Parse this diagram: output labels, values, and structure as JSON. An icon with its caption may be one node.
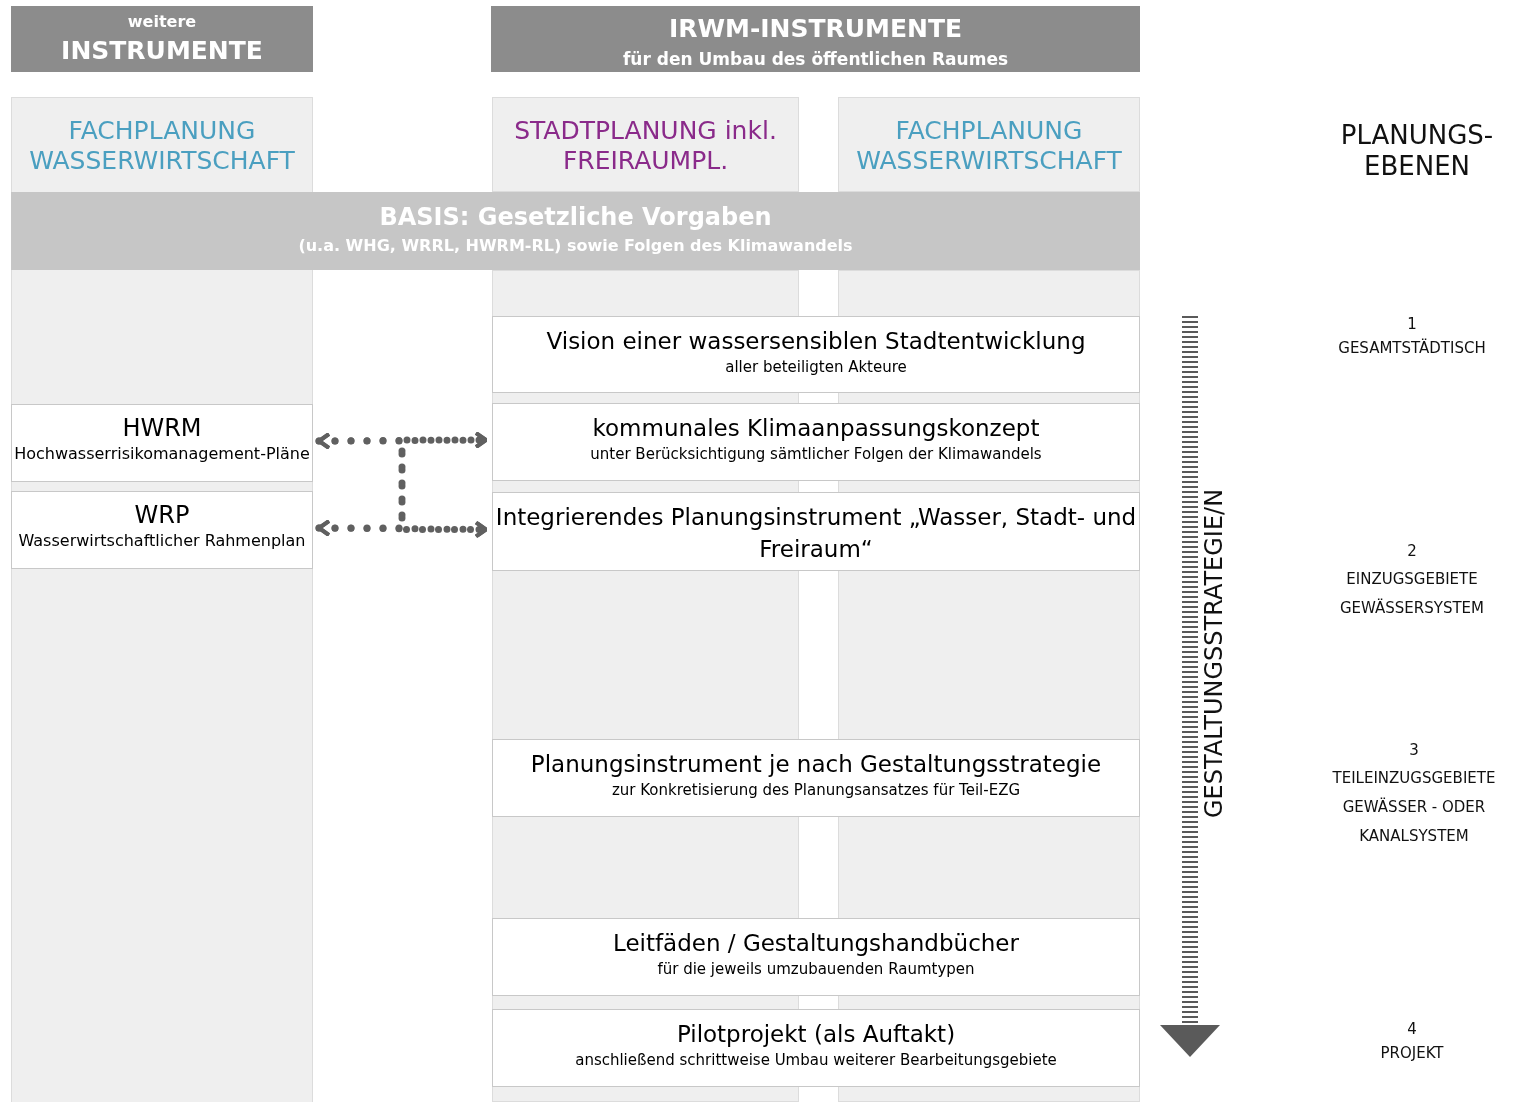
{
  "diagram": {
    "nodes": [
      {
        "text": [
          "weitere",
          "INSTRUMENTE"
        ]
      },
      {
        "text": [
          "IRWM-INSTRUMENTE",
          "für den Umbau des öffentlichen Raumes"
        ]
      },
      {
        "text": [
          "FACHPLANUNG WASSERWIRTSCHAFT"
        ]
      },
      {
        "text": [
          "STADTPLANUNG inkl. FREIRAUMPL."
        ]
      },
      {
        "text": [
          "FACHPLANUNG WASSERWIRTSCHAFT"
        ]
      },
      {
        "text": [
          "BASIS: Gesetzliche Vorgaben",
          "(u.a. WHG, WRRL, HWRM-RL) sowie Folgen des Klimawandels"
        ]
      },
      {
        "text": [
          "Vision einer wassersensiblen Stadtentwicklung",
          "aller beteiligten Akteure"
        ]
      },
      {
        "text": [
          "HWRM",
          "Hochwasserrisikomanagement-Pläne"
        ],
        "in": 2
      },
      {
        "text": [
          "kommunales Klimaanpassungskonzept",
          "unter Berücksichtigung sämtlicher Folgen der Klimawandels"
        ]
      },
      {
        "text": [
          "WRP",
          "Wasserwirtschaftlicher Rahmenplan"
        ],
        "in": 2
      },
      {
        "text": [
          "Integrierendes Planungsinstrument „Wasser, Stadt- und Freiraum“"
        ]
      },
      {
        "text": [
          "Planungsinstrument je nach Gestaltungsstrategie",
          "zur Konkretisierung des Planungsansatzes für Teil-EZG"
        ]
      },
      {
        "text": [
          "Leitfäden / Gestaltungshandbücher",
          "für die jeweils umzubauenden Raumtypen"
        ]
      },
      {
        "text": [
          "Pilotprojekt (als Auftakt)",
          "anschließend schrittweise Umbau weiterer Bearbeitungsgebiete"
        ]
      }
    ],
    "edges": [
      {
        "from": 7,
        "to": 8,
        "arrow": "both",
        "style": "dashed"
      },
      {
        "from": 9,
        "to": 10,
        "arrow": "both",
        "style": "dashed"
      },
      {
        "from": 7,
        "to": 10,
        "arrow": "both",
        "style": "dashed"
      },
      {
        "from": 9,
        "to": 8,
        "arrow": "both",
        "style": "dashed"
      }
    ],
    "labels": [
      "PLANUNGS- EBENEN",
      "1",
      "GESAMTSTÄDTISCH",
      "GESTALTUNGSSTRATEGIE/N",
      "2",
      "EINZUGSGEBIETE GEWÄSSERSYSTEM",
      "3",
      "TEILEINZUGSGEBIETE GEWÄSSER - ODER KANALSYSTEM",
      "4",
      "PROJEKT"
    ]
  }
}
